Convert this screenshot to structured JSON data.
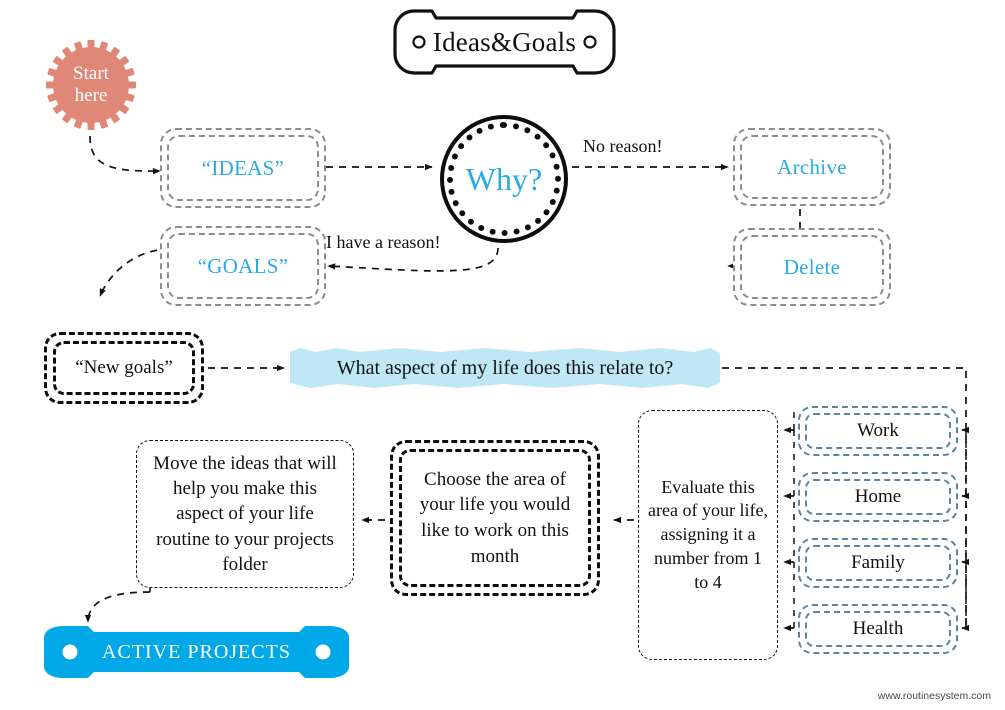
{
  "title": {
    "text": "Ideas&Goals"
  },
  "footer": {
    "text": "www.routinesystem.com"
  },
  "colors": {
    "accent_blue": "#29ABE2",
    "salmon": "#E08878",
    "light_blue": "#BFE7F5",
    "steel_blue": "#5b85a2",
    "grey_dash": "#8d8d8d",
    "black": "#0d0d0d"
  },
  "start": {
    "line1": "Start",
    "line2": "here"
  },
  "decision": {
    "label": "Why?"
  },
  "nodes": {
    "ideas": "“IDEAS”",
    "goals": "“GOALS”",
    "archive": "Archive",
    "delete": "Delete",
    "new_goals": "“New goals”",
    "aspect_question": "What aspect of my life does this relate to?",
    "evaluate": "Evaluate this area of your life, assigning it a number from 1 to 4",
    "choose": "Choose the area of your life you would like to work on this month",
    "move": "Move the ideas that will help you make this aspect of your life routine to your projects folder",
    "active_projects": "ACTIVE PROJECTS"
  },
  "life_areas": [
    {
      "label": "Work"
    },
    {
      "label": "Home"
    },
    {
      "label": "Family"
    },
    {
      "label": "Health"
    }
  ],
  "edge_labels": {
    "no_reason": "No reason!",
    "have_reason": "I have a reason!"
  }
}
